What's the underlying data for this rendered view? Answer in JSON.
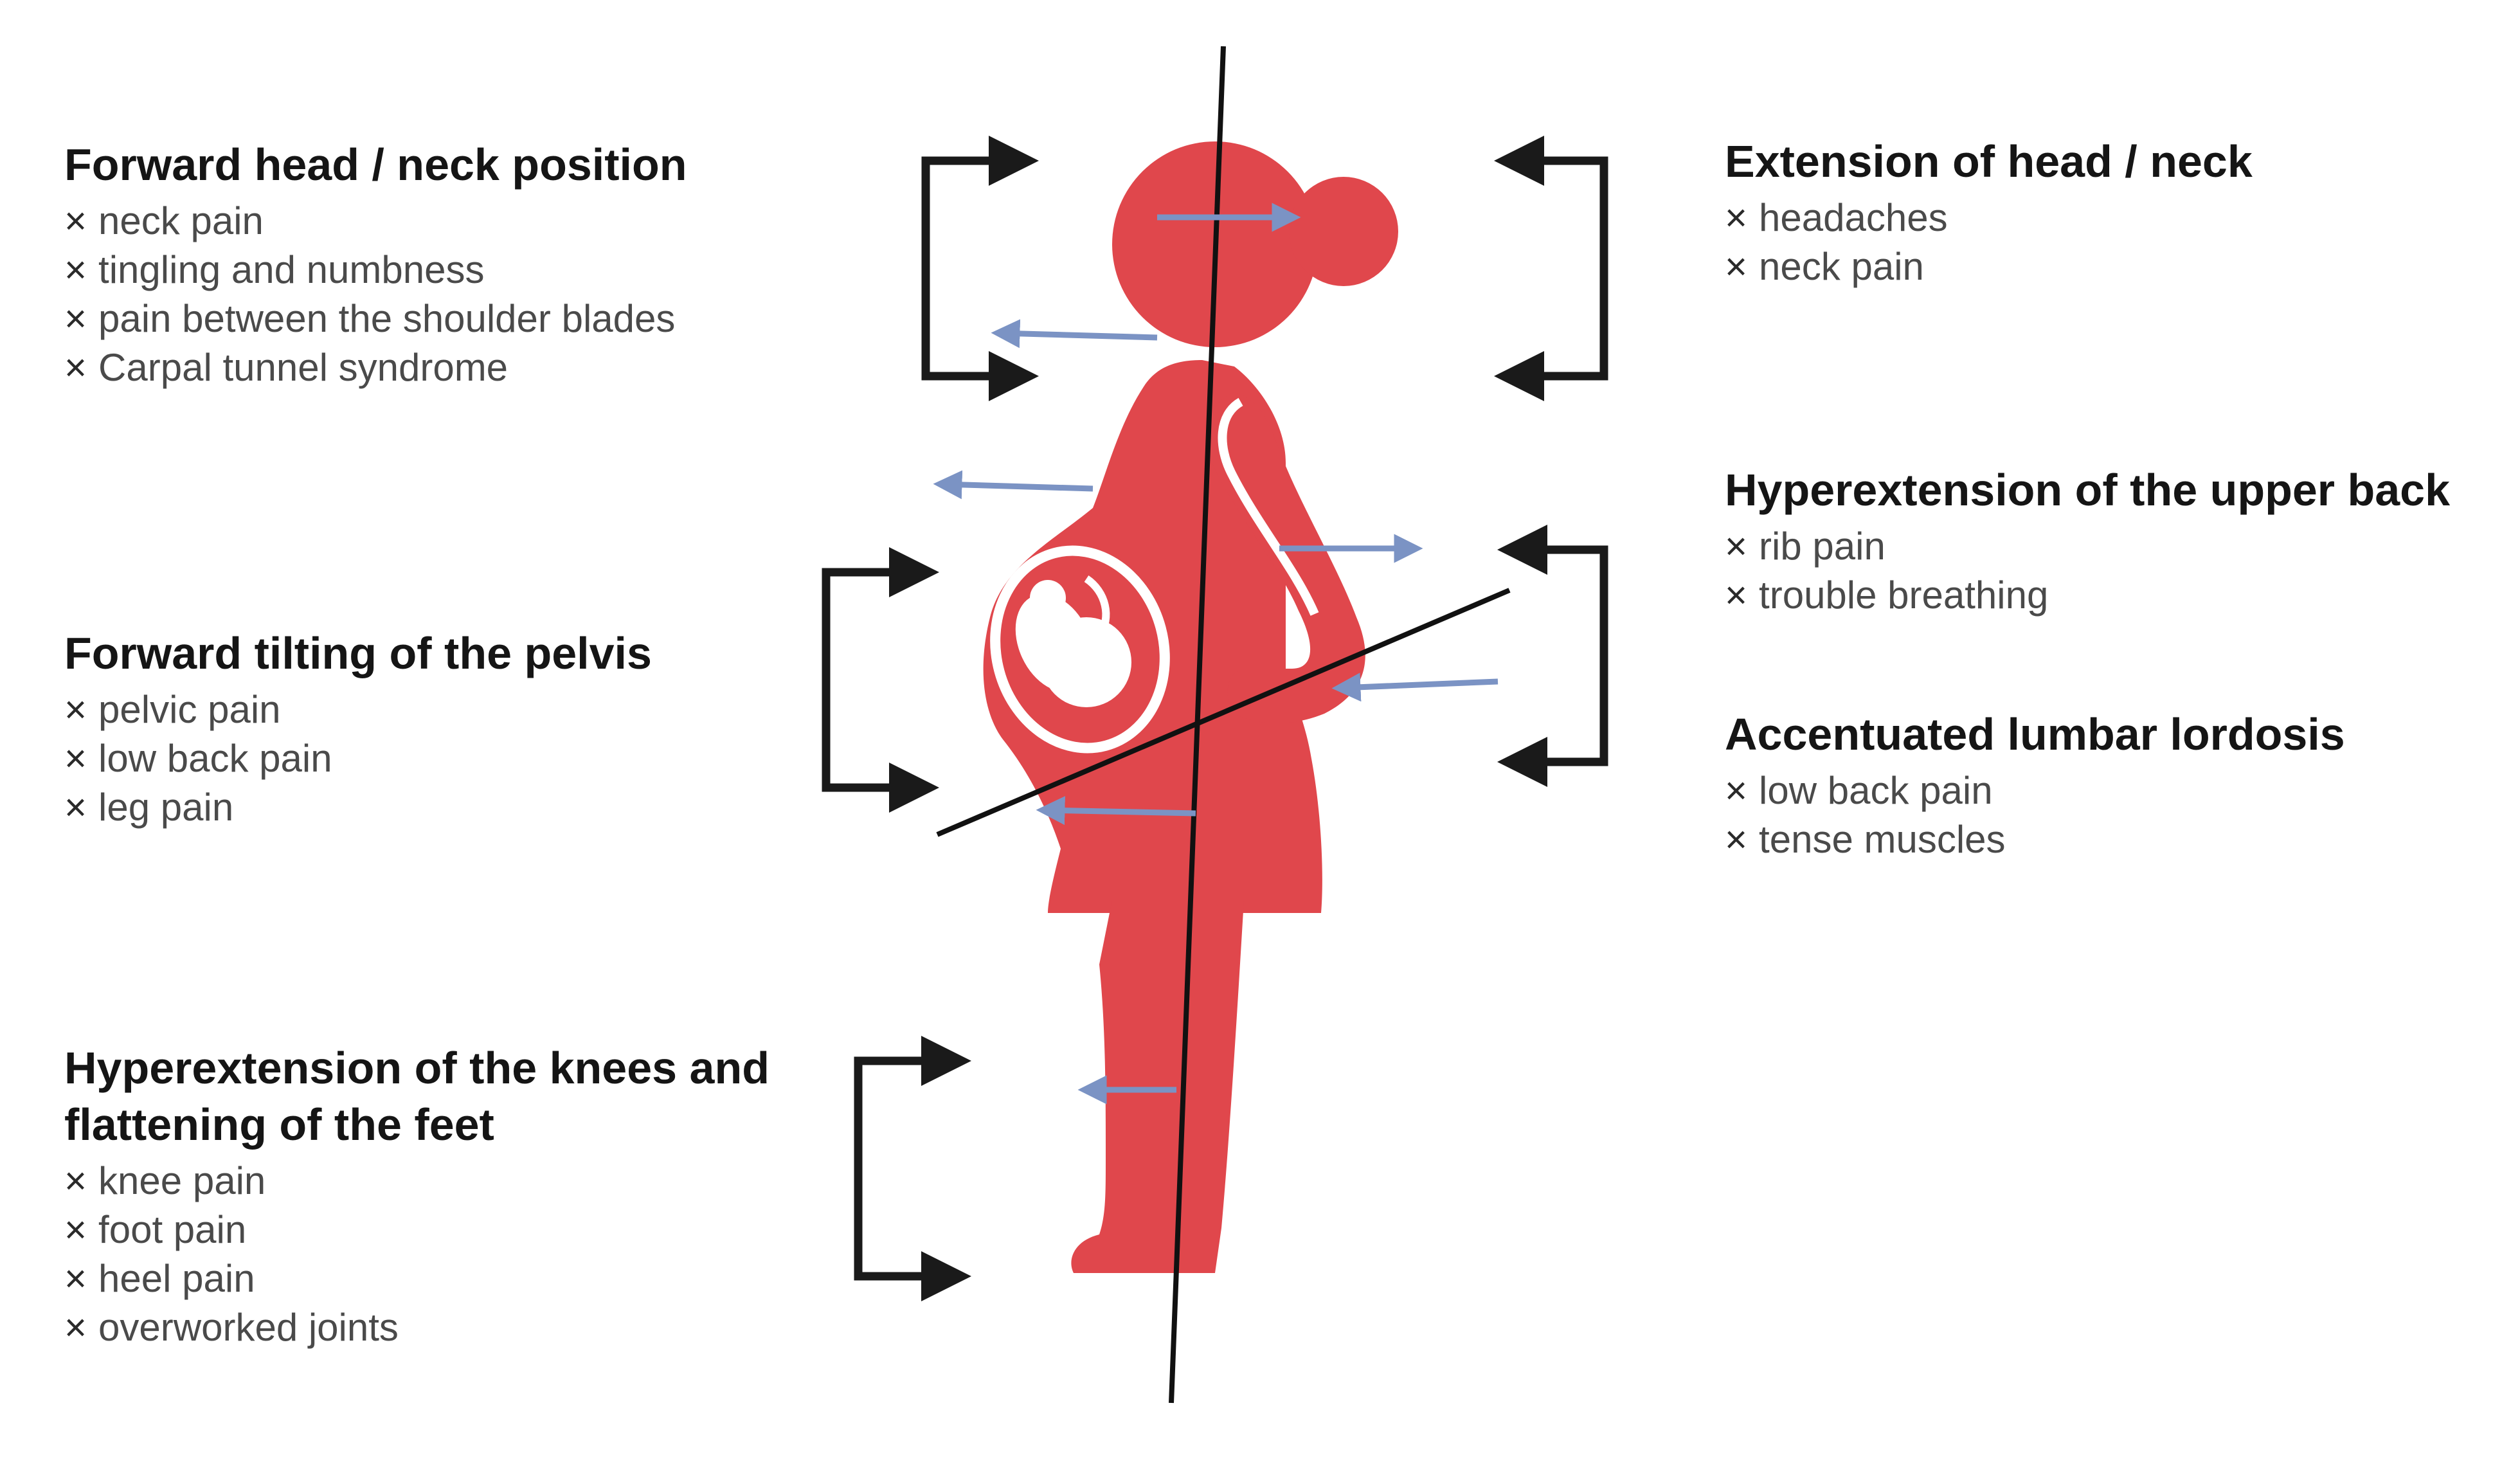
{
  "colors": {
    "figure": "#e0474c",
    "bracket": "#1a1a1a",
    "shift_arrow": "#7b93c4",
    "heading": "#151515",
    "item": "#4a4a4a"
  },
  "item_marker": "×",
  "sections": {
    "forward_head": {
      "title": "Forward head / neck position",
      "items": [
        "neck pain",
        "tingling and numbness",
        "pain between the shoulder blades",
        "Carpal tunnel syndrome"
      ]
    },
    "extension_head": {
      "title": "Extension of head / neck",
      "items": [
        "headaches",
        "neck pain"
      ]
    },
    "upper_back": {
      "title": "Hyperextension of the upper back",
      "items": [
        "rib pain",
        "trouble breathing"
      ]
    },
    "pelvis": {
      "title": "Forward tilting of the pelvis",
      "items": [
        "pelvic pain",
        "low back pain",
        "leg pain"
      ]
    },
    "lumbar": {
      "title": "Accentuated lumbar lordosis",
      "items": [
        "low back pain",
        "tense muscles"
      ]
    },
    "knees": {
      "title": "Hyperextension of the knees and flattening of the feet",
      "items": [
        "knee pain",
        "foot pain",
        "heel pain",
        "overworked joints"
      ]
    }
  }
}
